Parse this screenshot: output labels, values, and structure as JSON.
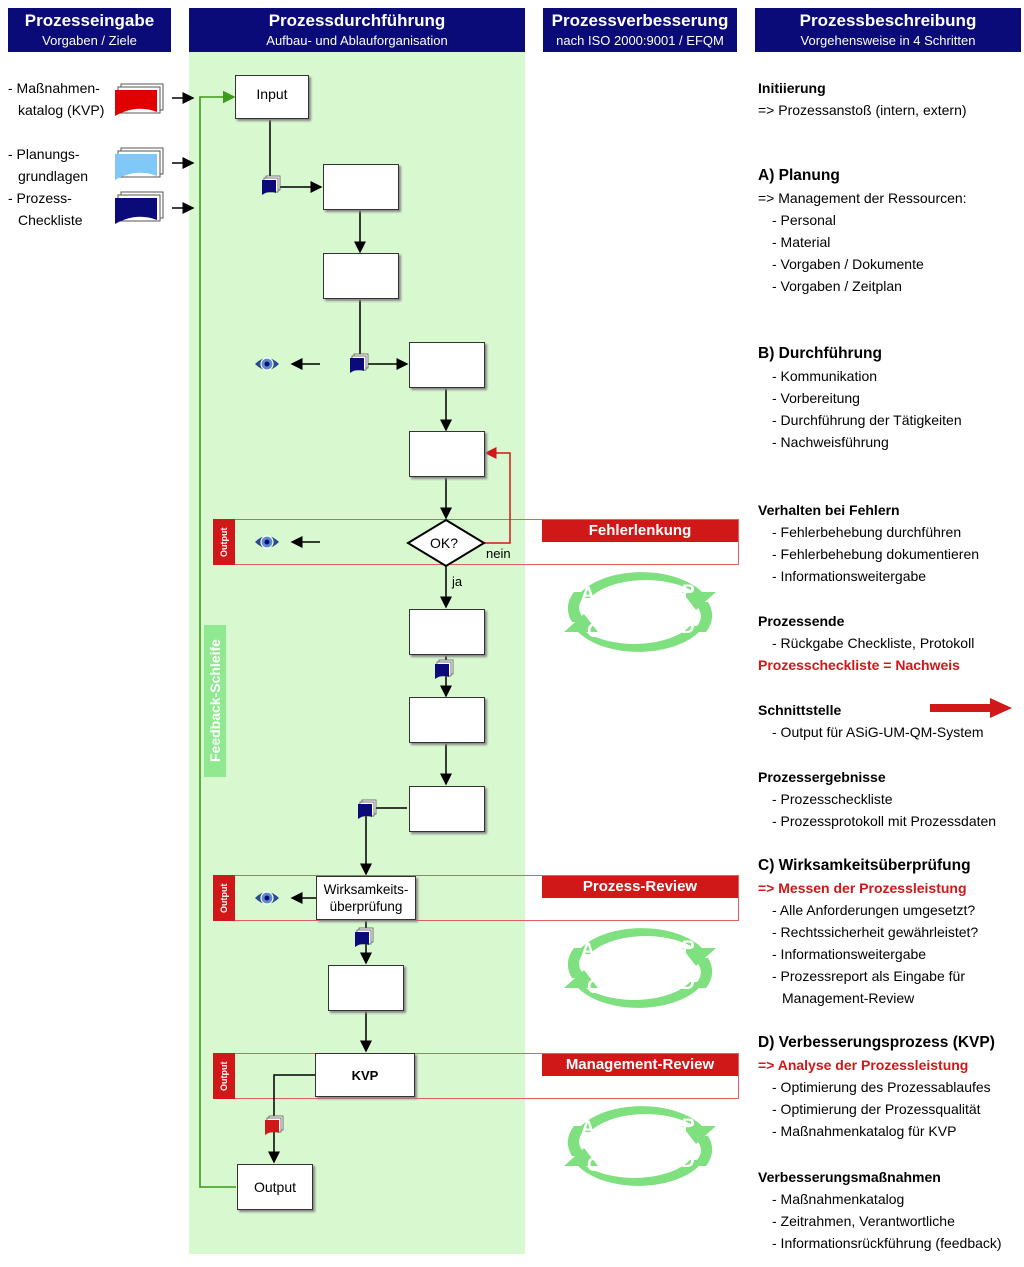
{
  "headers": [
    {
      "title": "Prozesseingabe",
      "subtitle": "Vorgaben / Ziele"
    },
    {
      "title": "Prozessdurchführung",
      "subtitle": "Aufbau- und Ablauforganisation"
    },
    {
      "title": "Prozessverbesserung",
      "subtitle": "nach ISO 2000:9001 / EFQM"
    },
    {
      "title": "Prozessbeschreibung",
      "subtitle": "Vorgehensweise in 4 Schritten"
    }
  ],
  "inputs": {
    "massnahmen_1": "- Maßnahmen-",
    "massnahmen_2": "katalog (KVP)",
    "planungs_1": "- Planungs-",
    "planungs_2": "grundlagen",
    "checkliste_1": "- Prozess-",
    "checkliste_2": "Checkliste"
  },
  "flow": {
    "input": "Input",
    "decision": "OK?",
    "nein": "nein",
    "ja": "ja",
    "wirksam_1": "Wirksamkeits-",
    "wirksam_2": "überprüfung",
    "kvp": "KVP",
    "output": "Output",
    "feedback": "Feedback-Schleife",
    "output_tag": "Output"
  },
  "improvement": {
    "fehlerlenkung": "Fehlerlenkung",
    "review": "Prozess-Review",
    "mgmt_review": "Management-Review",
    "pdca": {
      "a": "A",
      "p": "P",
      "c": "C",
      "d": "D"
    }
  },
  "colors": {
    "header": "#0a0a78",
    "red": "#d01818",
    "green_column": "#d8f8d0",
    "cycle_green": "#7ee07e",
    "arrow_green": "#3a9a1a"
  },
  "description": {
    "init_title": "Initiierung",
    "init_1": "=> Prozessanstoß (intern, extern)",
    "a_title": "A) Planung",
    "a_0": "=> Management der Ressourcen:",
    "a_1": "- Personal",
    "a_2": "- Material",
    "a_3": "- Vorgaben / Dokumente",
    "a_4": "- Vorgaben / Zeitplan",
    "b_title": "B) Durchführung",
    "b_1": "- Kommunikation",
    "b_2": "- Vorbereitung",
    "b_3": "- Durchführung der Tätigkeiten",
    "b_4": "- Nachweisführung",
    "f_title": "Verhalten bei Fehlern",
    "f_1": "- Fehlerbehebung durchführen",
    "f_2": "- Fehlerbehebung dokumentieren",
    "f_3": "- Informationsweitergabe",
    "e_title": "Prozessende",
    "e_1": "- Rückgabe Checkliste, Protokoll",
    "e_red": "Prozesscheckliste = Nachweis",
    "s_title": "Schnittstelle",
    "s_1": "- Output für ASiG-UM-QM-System",
    "r_title": "Prozessergebnisse",
    "r_1": "- Prozesscheckliste",
    "r_2": "- Prozessprotokoll mit Prozessdaten",
    "c_title": "C) Wirksamkeitsüberprüfung",
    "c_red": "=> Messen der Prozessleistung",
    "c_1": "- Alle Anforderungen umgesetzt?",
    "c_2": "- Rechtssicherheit gewährleistet?",
    "c_3": "- Informationsweitergabe",
    "c_4": "- Prozessreport als Eingabe für",
    "c_5": "Management-Review",
    "d_title": "D) Verbesserungsprozess (KVP)",
    "d_red": "=> Analyse der Prozessleistung",
    "d_1": "- Optimierung des Prozessablaufes",
    "d_2": "- Optimierung der Prozessqualität",
    "d_3": "- Maßnahmenkatalog für KVP",
    "v_title": "Verbesserungsmaßnahmen",
    "v_1": "- Maßnahmenkatalog",
    "v_2": "- Zeitrahmen, Verantwortliche",
    "v_3": "- Informationsrückführung (feedback)"
  }
}
